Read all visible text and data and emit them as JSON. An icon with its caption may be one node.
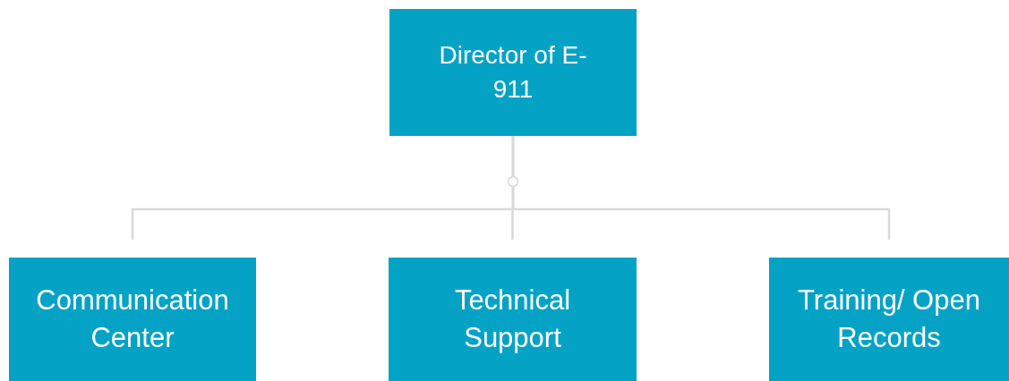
{
  "diagram": {
    "nodes": [
      {
        "text": [
          "Director of E-911"
        ]
      },
      {
        "text": [
          "Communication Center"
        ]
      },
      {
        "text": [
          "Technical Support"
        ]
      },
      {
        "text": [
          "Training/ Open Records"
        ]
      }
    ],
    "edges": [
      {
        "from": 0,
        "to": 1,
        "arrow": "other"
      },
      {
        "from": 0,
        "to": 2,
        "arrow": "other"
      },
      {
        "from": 0,
        "to": 3,
        "arrow": "other"
      }
    ]
  }
}
